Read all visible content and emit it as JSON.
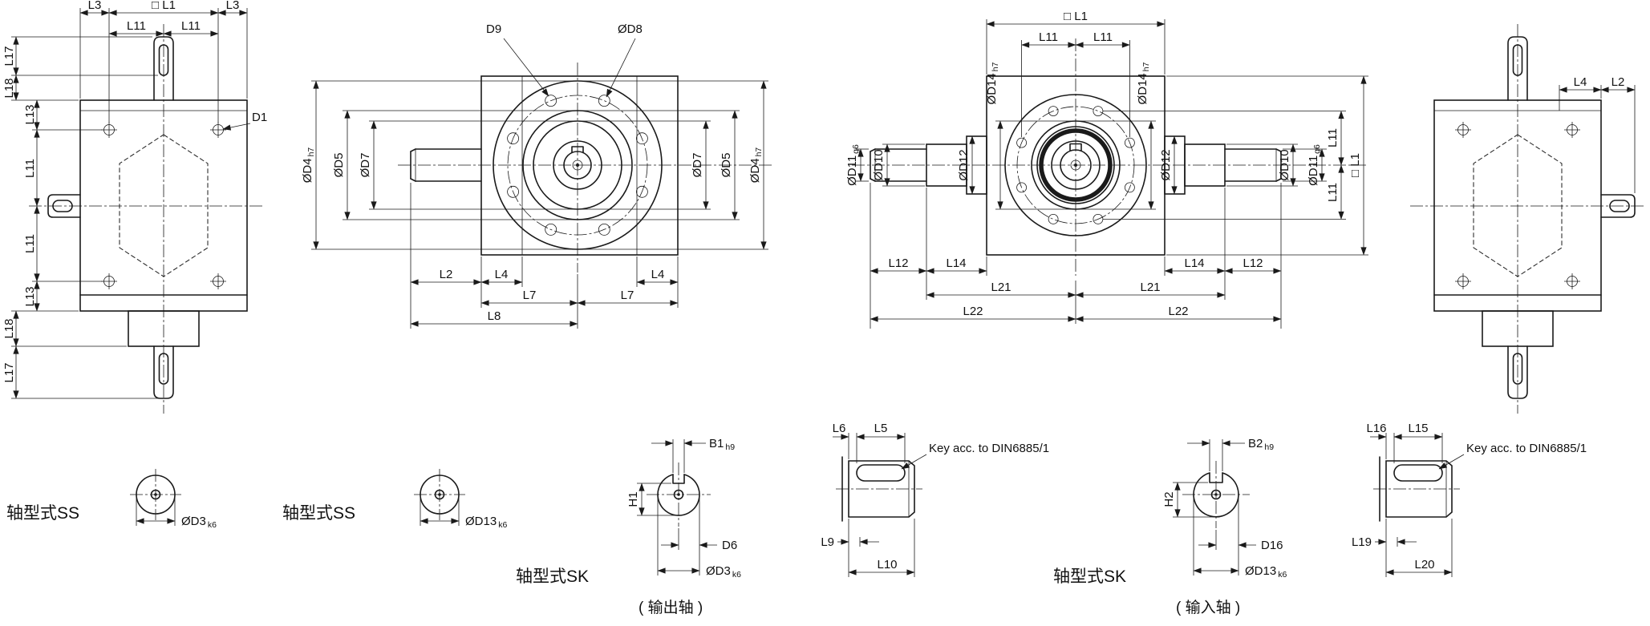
{
  "drawing": {
    "dims": {
      "L1sq": "□ L1",
      "L2": "L2",
      "L3": "L3",
      "L4": "L4",
      "L5": "L5",
      "L6": "L6",
      "L7": "L7",
      "L8": "L8",
      "L9": "L9",
      "L10": "L10",
      "L11": "L11",
      "L12": "L12",
      "L13": "L13",
      "L14": "L14",
      "L15": "L15",
      "L16": "L16",
      "L17": "L17",
      "L18": "L18",
      "L19": "L19",
      "L20": "L20",
      "L21": "L21",
      "L22": "L22"
    },
    "dia": {
      "D1": "D1",
      "D6": "D6",
      "D9": "D9",
      "D16": "D16",
      "B1": "B1",
      "B2": "B2",
      "H1": "H1",
      "H2": "H2",
      "OD3": "ØD3",
      "OD4": "ØD4",
      "OD5": "ØD5",
      "OD7": "ØD7",
      "OD8": "ØD8",
      "OD10": "ØD10",
      "OD11": "ØD11",
      "OD12": "ØD12",
      "OD13": "ØD13",
      "OD14": "ØD14"
    },
    "tol": {
      "h7": "h7",
      "g6": "g6",
      "k6": "k6",
      "h9": "h9"
    },
    "notes": {
      "key_din": "Key acc. to DIN6885/1"
    },
    "captions": {
      "shaft_ss": "轴型式SS",
      "shaft_sk": "轴型式SK",
      "output": "( 输出轴 )",
      "input": "( 输入轴 )"
    },
    "colors": {
      "line": "#1a1a1a",
      "background": "#ffffff"
    }
  }
}
